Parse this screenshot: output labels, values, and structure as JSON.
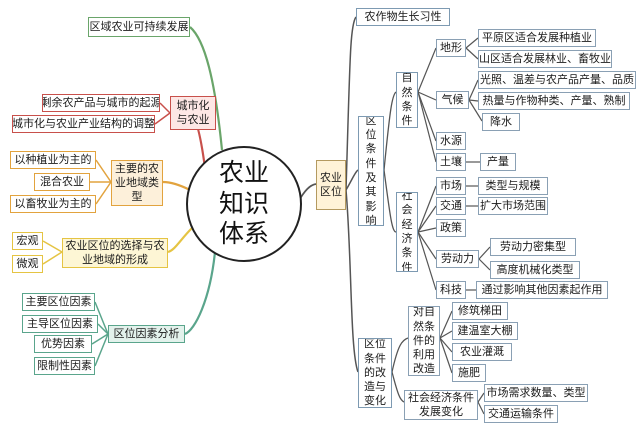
{
  "center": {
    "line1": "农业",
    "line2": "知识",
    "line3": "体系"
  },
  "left": {
    "sustainable": "区域农业可持续发展",
    "urban": {
      "main": "城市化与农业",
      "items": [
        "剩余农产品与城市的起源",
        "城市化与农业产业结构的调整"
      ]
    },
    "types": {
      "main": "主要的农业地域类型",
      "items": [
        "以种植业为主的",
        "混合农业",
        "以畜牧业为主的"
      ]
    },
    "choice": {
      "main": "农业区位的选择与农业地域的形成",
      "items": [
        "宏观",
        "微观"
      ]
    },
    "factors": {
      "main": "区位因素分析",
      "items": [
        "主要区位因素",
        "主导区位因素",
        "优势因素",
        "限制性因素"
      ]
    }
  },
  "right": {
    "main": "农业区位",
    "habits": "农作物生长习性",
    "factors_main": "区位条件及其影响",
    "natural": "自然条件",
    "terrain": {
      "label": "地形",
      "items": [
        "平原区适合发展种植业",
        "山区适合发展林业、畜牧业"
      ]
    },
    "climate": {
      "label": "气候",
      "items": [
        "光照、温差与农产品产量、品质",
        "热量与作物种类、产量、熟制",
        "降水"
      ]
    },
    "water": "水源",
    "soil": {
      "label": "土壤",
      "item": "产量"
    },
    "social": "社会经济条件",
    "market": {
      "label": "市场",
      "item": "类型与规模"
    },
    "transport": {
      "label": "交通",
      "item": "扩大市场范围"
    },
    "policy": "政策",
    "labor": {
      "label": "劳动力",
      "items": [
        "劳动力密集型",
        "高度机械化类型"
      ]
    },
    "tech": {
      "label": "科技",
      "item": "通过影响其他因素起作用"
    },
    "change_main": "区位条件的改造与变化",
    "nat_use": {
      "label": "对自然条件的利用改造",
      "items": [
        "修筑梯田",
        "建温室大棚",
        "农业灌溉",
        "施肥"
      ]
    },
    "soc_change": {
      "label": "社会经济条件发展变化",
      "items": [
        "市场需求数量、类型",
        "交通运输条件"
      ]
    }
  }
}
